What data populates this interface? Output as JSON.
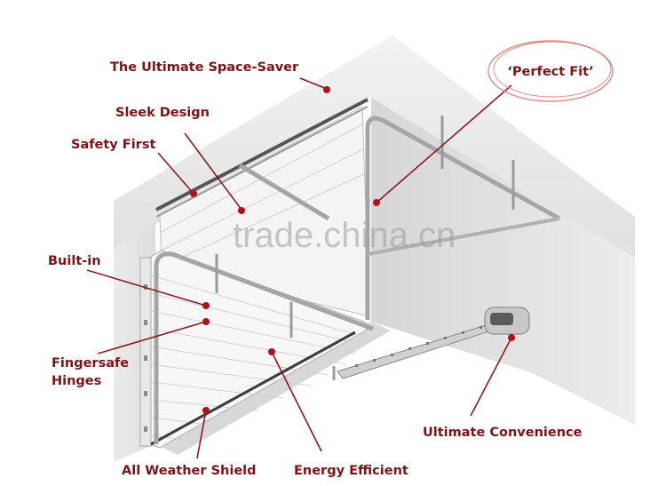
{
  "callouts": {
    "space_saver": "The Ultimate Space-Saver",
    "sleek_design": "Sleek Design",
    "safety_first": "Safety First",
    "built_in": "Built-in",
    "fingersafe_line1": "Fingersafe",
    "fingersafe_line2": "Hinges",
    "weather_shield": "All Weather Shield",
    "energy_efficient": "Energy Efficient",
    "ultimate_convenience": "Ultimate Convenience",
    "perfect_fit": "‘Perfect Fit’"
  },
  "watermark": "trade.china.cn",
  "colors": {
    "label_text": "#7a1416",
    "leader_line": "#8b1a1a",
    "callout_dot": "#b0121a",
    "wall": "#e4e4e4",
    "door_panel": "#f5f5f5",
    "track": "#a9a9a9"
  }
}
